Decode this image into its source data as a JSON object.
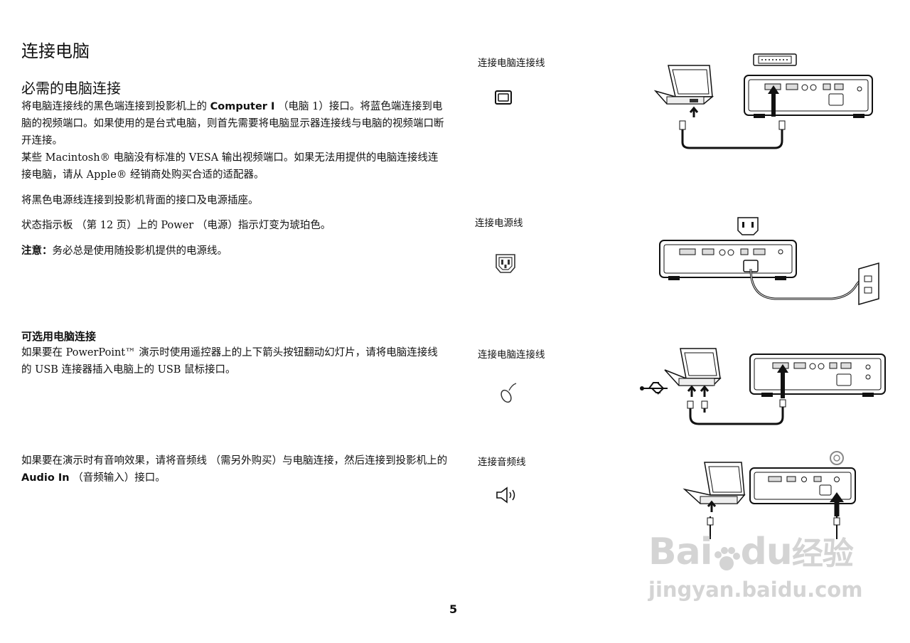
{
  "title": "连接电脑",
  "section_required": {
    "heading": "必需的电脑连接",
    "p1_before": "将电脑连接线的黑色端连接到投影机上的 ",
    "p1_bold": "Computer I",
    "p1_after": " （电脑 1）接口。将蓝色端连接到电脑的视频端口。如果使用的是台式电脑，则首先需要将电脑显示器连接线与电脑的视频端口断开连接。",
    "p2": "某些 Macintosh® 电脑没有标准的 VESA 输出视频端口。如果无法用提供的电脑连接线连接电脑，请从 Apple® 经销商处购买合适的适配器。",
    "p3": "将黑色电源线连接到投影机背面的接口及电源插座。",
    "p4": "状态指示板 （第 12 页）上的 Power （电源）指示灯变为琥珀色。",
    "note_label": "注意：",
    "note_text": "务必总是使用随投影机提供的电源线。"
  },
  "section_optional": {
    "heading": "可选用电脑连接",
    "p1": "如果要在 PowerPoint™ 演示时使用遥控器上的上下箭头按钮翻动幻灯片，请将电脑连接线的 USB 连接器插入电脑上的 USB 鼠标接口。",
    "p2_before": "如果要在演示时有音响效果，请将音频线 （需另外购买）与电脑连接，然后连接到投影机上的 ",
    "p2_bold": "Audio In",
    "p2_after": " （音频输入）接口。"
  },
  "captions": {
    "computer_cable": "连接电脑连接线",
    "power_cable": "连接电源线",
    "usb_cable": "连接电脑连接线",
    "audio_cable": "连接音频线"
  },
  "icons": [
    "vga-port-icon",
    "power-port-icon",
    "mouse-icon",
    "speaker-icon"
  ],
  "watermark": {
    "line1_a": "Bai",
    "line1_b": "du",
    "line1_c": "经验",
    "line2": "jingyan.baidu.com"
  },
  "page_number": "5"
}
